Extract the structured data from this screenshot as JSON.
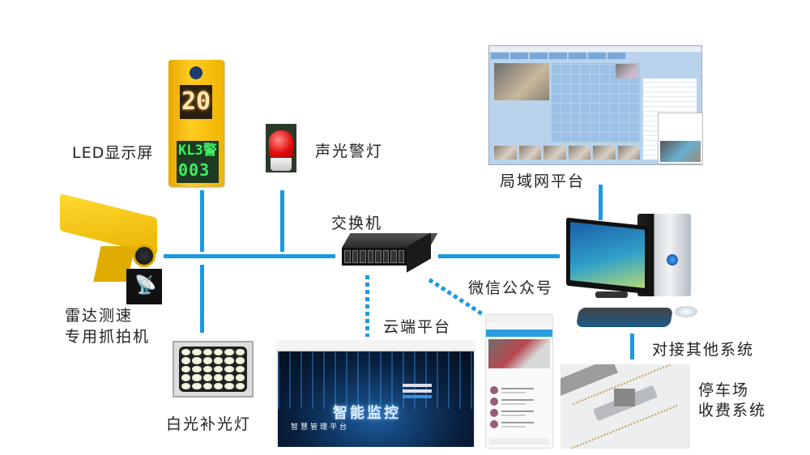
{
  "diagram": {
    "theme_color": "#1a9ae0",
    "nodes": {
      "led_display": {
        "label": "LED显示屏",
        "speed_value": "20",
        "plate_text": "KL3警",
        "code_text": "003"
      },
      "alarm_light": {
        "label": "声光警灯"
      },
      "radar_camera": {
        "label_line1": "雷达测速",
        "label_line2": "专用抓拍机"
      },
      "white_fill_light": {
        "label": "白光补光灯"
      },
      "switch": {
        "label": "交换机"
      },
      "lan_platform": {
        "label": "局域网平台"
      },
      "wechat": {
        "label": "微信公众号"
      },
      "cloud_platform": {
        "label": "云端平台",
        "screen_title": "智能监控",
        "screen_subtitle": "智慧管理平台"
      },
      "computer": {
        "label": "对接其他系统"
      },
      "parking": {
        "label_line1": "停车场",
        "label_line2": "收费系统"
      }
    },
    "connections": [
      {
        "from": "radar_camera",
        "to": "switch",
        "style": "solid"
      },
      {
        "from": "led_display",
        "to": "bus",
        "style": "solid"
      },
      {
        "from": "alarm_light",
        "to": "bus",
        "style": "solid"
      },
      {
        "from": "white_fill_light",
        "to": "bus",
        "style": "solid"
      },
      {
        "from": "switch",
        "to": "computer",
        "style": "solid"
      },
      {
        "from": "lan_platform",
        "to": "computer",
        "style": "solid"
      },
      {
        "from": "computer",
        "to": "parking",
        "style": "solid"
      },
      {
        "from": "switch",
        "to": "cloud_platform",
        "style": "dotted"
      },
      {
        "from": "switch",
        "to": "wechat",
        "style": "dotted"
      }
    ]
  }
}
